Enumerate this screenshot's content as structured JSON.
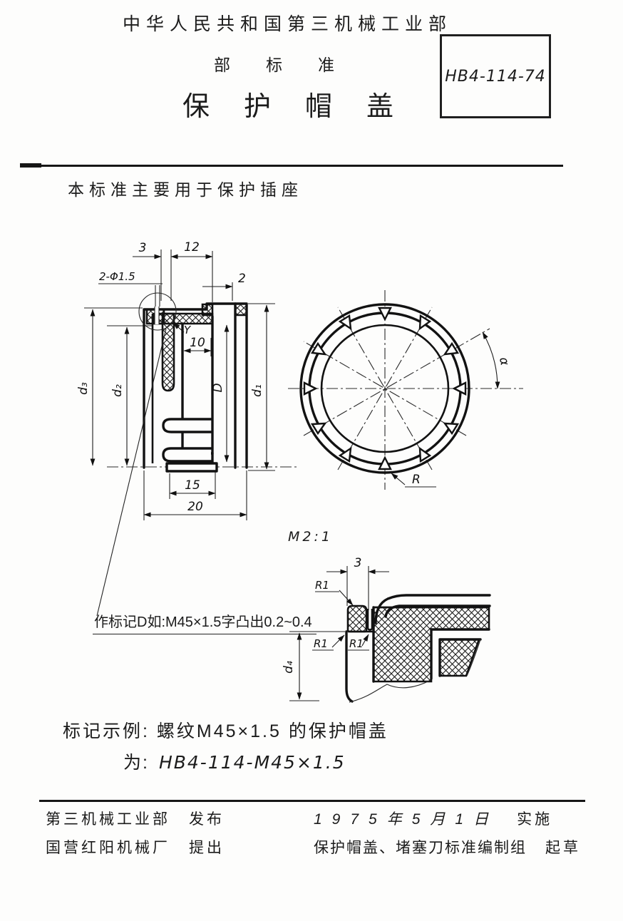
{
  "header": {
    "ministry": "中华人民共和国第三机械工业部",
    "doc_type": "部标准",
    "standard_no": "HB4-114-74",
    "title": "保护帽盖"
  },
  "intro": "本标准主要用于保护插座",
  "drawing": {
    "scale_label": "M2:1",
    "callout": "作标记D如:M45×1.5字凸出0.2~0.4",
    "section": {
      "dim_3": "3",
      "dim_12": "12",
      "dim_holes": "2-Φ1.5",
      "dim_2": "2",
      "label_y": "Y",
      "dim_10": "10",
      "dim_d3": "d₃",
      "dim_d2": "d₂",
      "dim_big_d": "D",
      "dim_d1": "d₁",
      "dim_15": "15",
      "dim_20": "20"
    },
    "front": {
      "dim_alpha": "α",
      "dim_r": "R"
    },
    "detail": {
      "dim_3": "3",
      "dim_r1_top": "R1",
      "dim_r1_left": "R1",
      "dim_r1_right": "R1",
      "dim_d4": "d₄"
    }
  },
  "example": {
    "line1": "标记示例: 螺纹M45×1.5 的保护帽盖",
    "line2_prefix": "为:",
    "line2_value": "HB4-114-M45×1.5"
  },
  "footer": {
    "issuer": "第三机械工业部",
    "issuer_action": "发布",
    "proposer": "国营红阳机械厂",
    "proposer_action": "提出",
    "date": "1975年5月1日",
    "date_action": "实施",
    "drafter": "保护帽盖、堵塞刀标准编制组",
    "drafter_action": "起草"
  }
}
